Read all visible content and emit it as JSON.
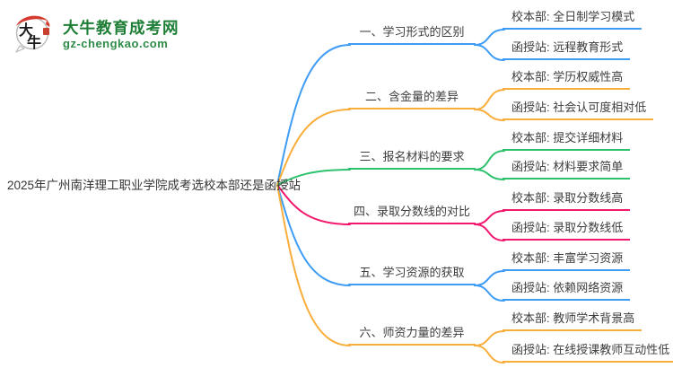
{
  "site": {
    "logo_chars": "大牛",
    "name": "大牛教育成考网",
    "domain": "gz-chengkao.com",
    "brand_green": "#1E7E36",
    "domain_green": "#2E8B47",
    "logo_red": "#D43A2F"
  },
  "mindmap": {
    "root": "2025年广州南洋理工职业学院成考选校本部还是函授站",
    "text_color": "#3d3d3d",
    "branches": [
      {
        "label": "一、学习形式的区别",
        "color": "#3E9CF4",
        "leaves": [
          "校本部: 全日制学习模式",
          "函授站: 远程教育形式"
        ]
      },
      {
        "label": "二、含金量的差异",
        "color": "#F9AE3B",
        "leaves": [
          "校本部: 学历权威性高",
          "函授站: 社会认可度相对低"
        ]
      },
      {
        "label": "三、报名材料的要求",
        "color": "#2EC26E",
        "leaves": [
          "校本部: 提交详细材料",
          "函授站: 材料要求简单"
        ]
      },
      {
        "label": "四、录取分数线的对比",
        "color": "#F1186D",
        "leaves": [
          "校本部: 录取分数线高",
          "函授站: 录取分数线低"
        ]
      },
      {
        "label": "五、学习资源的获取",
        "color": "#3E9CF4",
        "leaves": [
          "校本部: 丰富学习资源",
          "函授站: 依赖网络资源"
        ]
      },
      {
        "label": "六、师资力量的差异",
        "color": "#F9AE3B",
        "leaves": [
          "校本部: 教师学术背景高",
          "函授站: 在线授课教师互动性低"
        ]
      }
    ]
  }
}
